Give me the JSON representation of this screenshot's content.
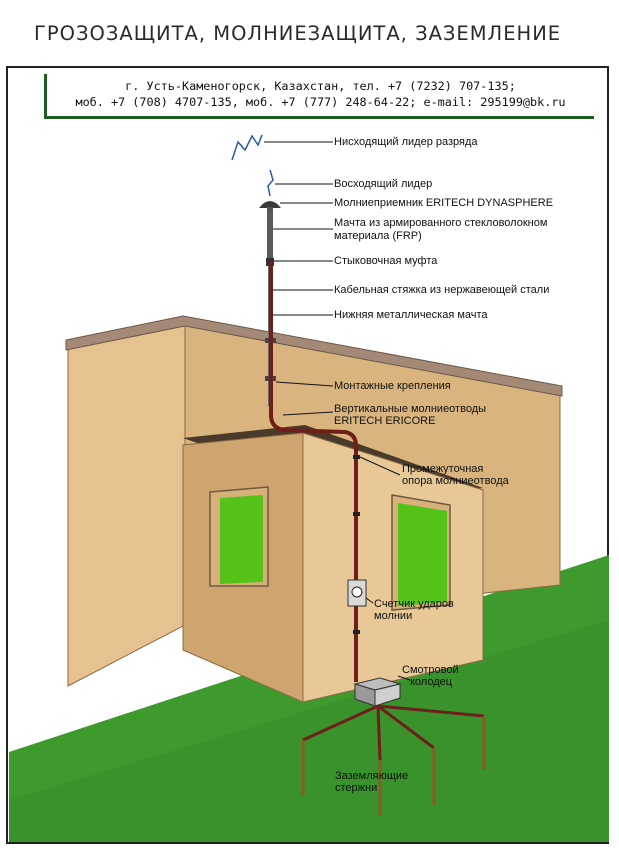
{
  "title": "ГРОЗОЗАЩИТА, МОЛНИЕЗАЩИТА, ЗАЗЕМЛЕНИЕ",
  "contact": {
    "line1": "г. Усть-Каменогорск, Казахстан, тел. +7 (7232) 707-135;",
    "line2": "моб. +7 (708) 4707-135, моб. +7 (777) 248-64-22; e-mail: 295199@bk.ru"
  },
  "labels": {
    "descending_leader": "Нисходящий лидер разряда",
    "ascending_leader": "Восходящий лидер",
    "air_terminal": "Молниеприемник ERITECH DYNASPHERE",
    "frp_mast_1": "Мачта из армированного стекловолокном",
    "frp_mast_2": "материала (FRP)",
    "coupling": "Стыковочная муфта",
    "cable_tie": "Кабельная стяжка из нержавеющей стали",
    "lower_mast": "Нижняя металлическая мачта",
    "mounting": "Монтажные крепления",
    "downconductor_1": "Вертикальные молниеотводы",
    "downconductor_2": "ERITECH ERICORE",
    "support_1": "Промежуточная",
    "support_2": "опора молниеотвода",
    "counter_1": "Счетчик ударов",
    "counter_2": "молнии",
    "pit_1": "Смотровой",
    "pit_2": "колодец",
    "rods_1": "Заземляющие",
    "rods_2": "стержни"
  },
  "colors": {
    "wall": "#e6c290",
    "wall_shadow": "#cfa56f",
    "roof_edge": "#a48a76",
    "grass": "#3f9a2e",
    "window": "#55c21a",
    "conductor": "#6e1f1a",
    "contact_border": "#1f5c1f"
  }
}
